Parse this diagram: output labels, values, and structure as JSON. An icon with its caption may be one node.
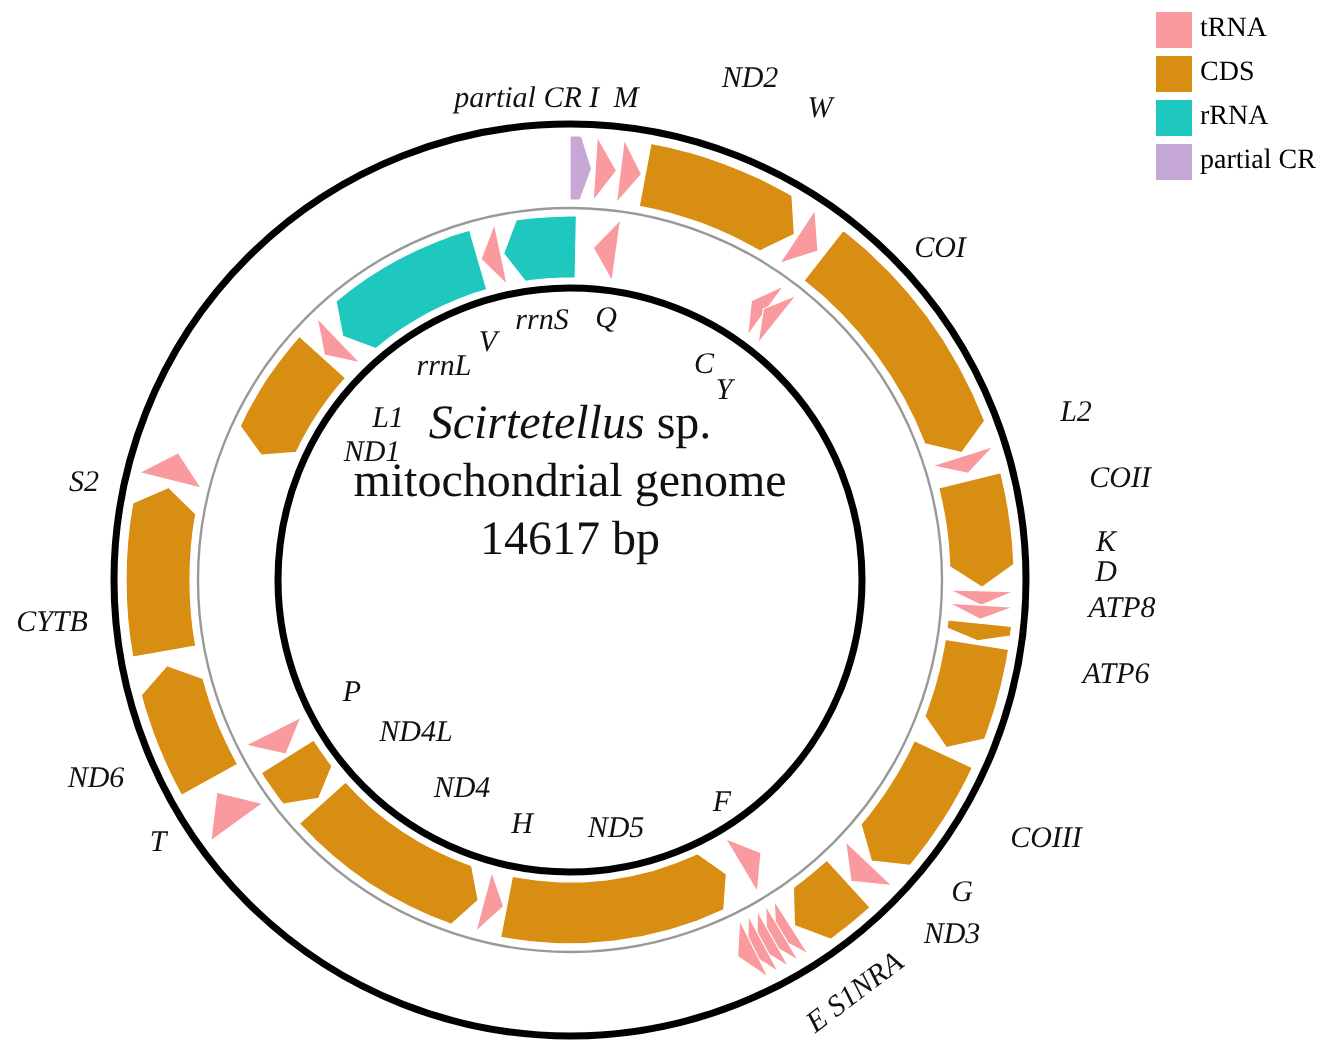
{
  "diagram": {
    "title": "*Scirtetellus* sp. mitochondrial genome 14617 bp",
    "labels": [
      "ND2",
      "partial CR",
      "I",
      "M",
      "W",
      "COI",
      "rrnS",
      "Q",
      "rrnL",
      "V",
      "C",
      "Y",
      "L1",
      "L2",
      "ND1",
      "S2",
      "COII",
      "K",
      "D",
      "ATP8",
      "CYTB",
      "ATP6",
      "P",
      "ND4L",
      "ND6",
      "ND4",
      "F",
      "T",
      "H",
      "ND5",
      "COIII",
      "G",
      "ND3",
      "E S1NRA"
    ],
    "legend": [
      {
        "text": "tRNA",
        "color": "#f99a9e"
      },
      {
        "text": "CDS",
        "color": "#d88e12"
      },
      {
        "text": "rRNA",
        "color": "#1ec8bf"
      },
      {
        "text": "partial CR",
        "color": "#c6a8d6"
      }
    ]
  }
}
